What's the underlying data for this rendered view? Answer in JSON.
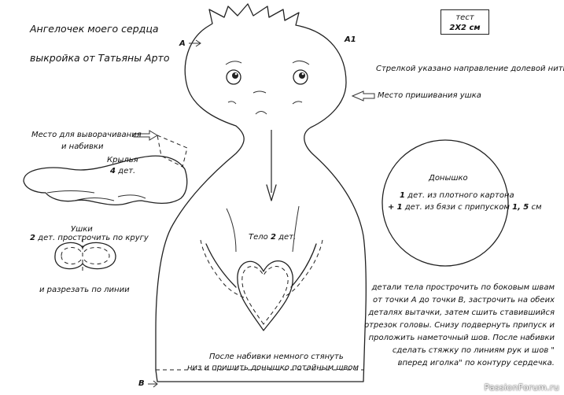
{
  "title_line1": "Ангелочек моего сердца",
  "title_line2": "выкройка от Татьяны Арто",
  "test_box": {
    "line1": "тест",
    "line2": "2Х2 см"
  },
  "markers": {
    "a": "A",
    "a1": "A1",
    "b": "B"
  },
  "notes": {
    "grain": "Стрелкой указано направление долевой нити",
    "ear_place": "Место пришивания ушка",
    "turn_line1": "Место для выворачивания",
    "turn_line2": "и набивки"
  },
  "wings": {
    "line1": "Крылья",
    "count": "4",
    "unit": "дет."
  },
  "ears": {
    "title": "Ушки",
    "count": "2",
    "line1_rest": "дет. прострочить по кругу",
    "line2": "и разрезать по линии"
  },
  "body_label": {
    "text": "Тело",
    "count": "2",
    "unit": "дет."
  },
  "base": {
    "title": "Донышко",
    "line1_count": "1",
    "line1_rest": "дет. из плотного картона",
    "line2_prefix": "+",
    "line2_count": "1",
    "line2_mid": "дет. из бязи с припуском",
    "line2_value": "1, 5",
    "line2_unit": "см"
  },
  "bottom_note": {
    "line1": "После набивки немного стянуть",
    "line2": "низ и пришить донышко потайным швом"
  },
  "instructions": [
    "детали тела прострочить по боковым швам",
    "от точки A до точки B, застрочить на обеих",
    "деталях вытачки, затем сшить ставившийся",
    "отрезок головы. Снизу подвернуть припуск и",
    "проложить наметочный шов. После набивки",
    "сделать стяжку по линиям рук и шов \"",
    "вперед иголка\" по контуру сердечка."
  ],
  "watermark": "PassionForum.ru"
}
